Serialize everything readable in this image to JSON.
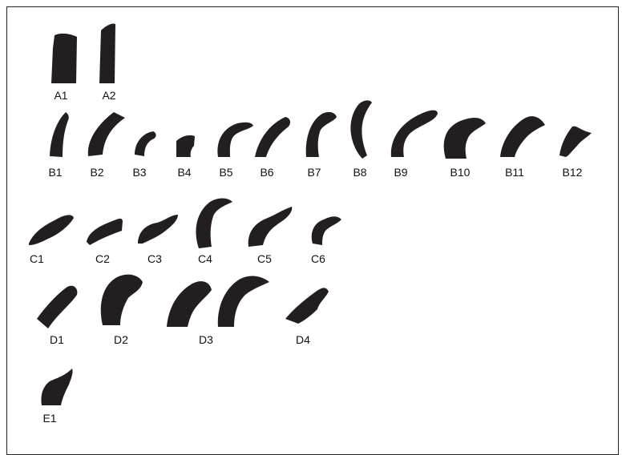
{
  "shape_color": "#231f20",
  "specimens": [
    {
      "id": "a1",
      "label": "A1"
    },
    {
      "id": "a2",
      "label": "A2"
    },
    {
      "id": "b1",
      "label": "B1"
    },
    {
      "id": "b2",
      "label": "B2"
    },
    {
      "id": "b3",
      "label": "B3"
    },
    {
      "id": "b4",
      "label": "B4"
    },
    {
      "id": "b5",
      "label": "B5"
    },
    {
      "id": "b6",
      "label": "B6"
    },
    {
      "id": "b7",
      "label": "B7"
    },
    {
      "id": "b8",
      "label": "B8"
    },
    {
      "id": "b9",
      "label": "B9"
    },
    {
      "id": "b10",
      "label": "B10"
    },
    {
      "id": "b11",
      "label": "B11"
    },
    {
      "id": "b12",
      "label": "B12"
    },
    {
      "id": "c1",
      "label": "C1"
    },
    {
      "id": "c2",
      "label": "C2"
    },
    {
      "id": "c3",
      "label": "C3"
    },
    {
      "id": "c4",
      "label": "C4"
    },
    {
      "id": "c5",
      "label": "C5"
    },
    {
      "id": "c6",
      "label": "C6"
    },
    {
      "id": "d1",
      "label": "D1"
    },
    {
      "id": "d2",
      "label": "D2"
    },
    {
      "id": "d3",
      "label": "D3"
    },
    {
      "id": "d4",
      "label": "D4"
    },
    {
      "id": "e1",
      "label": "E1"
    }
  ]
}
